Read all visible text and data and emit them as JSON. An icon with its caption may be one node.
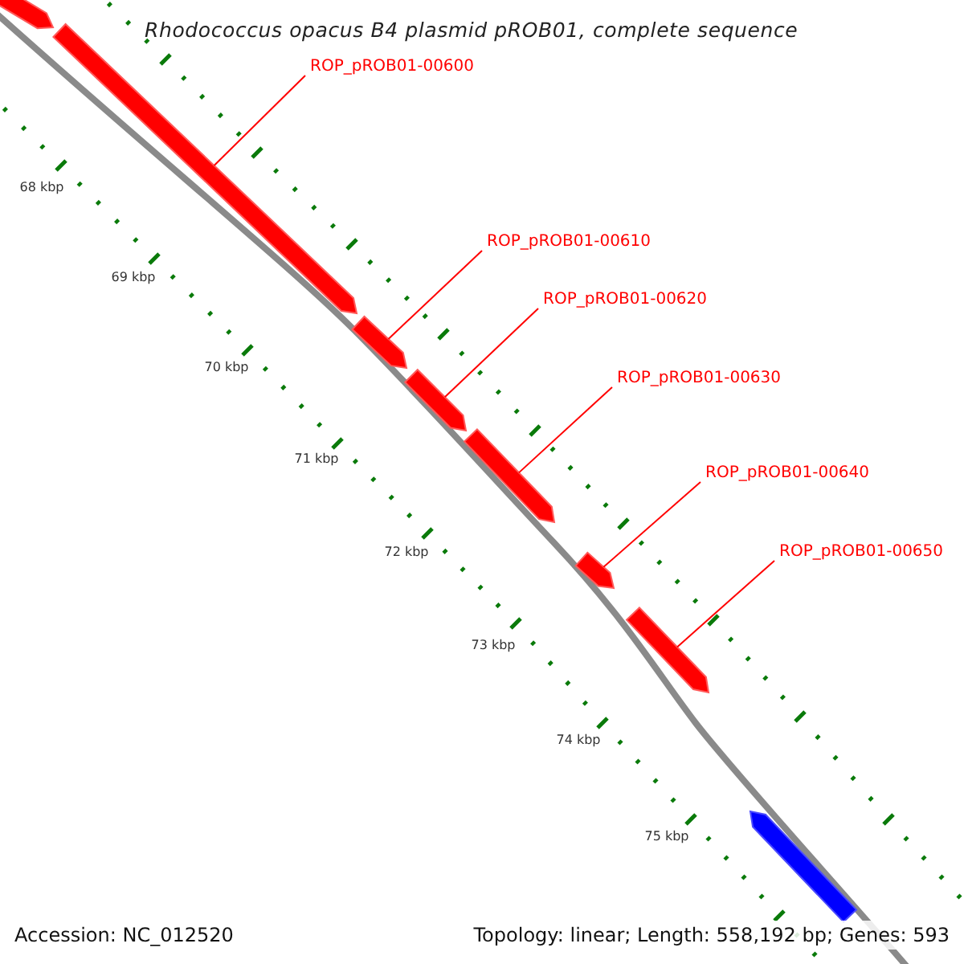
{
  "diagram": {
    "title": "Rhodococcus opacus B4 plasmid pROB01, complete sequence",
    "nodes": [
      {
        "text": [
          "ROP_pROB01-00600"
        ]
      },
      {
        "text": [
          "ROP_pROB01-00610"
        ]
      },
      {
        "text": [
          "ROP_pROB01-00620"
        ]
      },
      {
        "text": [
          "ROP_pROB01-00630"
        ]
      },
      {
        "text": [
          "ROP_pROB01-00640"
        ]
      },
      {
        "text": [
          "ROP_pROB01-00650"
        ]
      },
      {
        "text": [],
        "shape": "bar"
      },
      {
        "text": [],
        "shape": "bar"
      },
      {
        "text": [],
        "shape": "bar"
      },
      {
        "text": [],
        "shape": "bar"
      },
      {
        "text": [],
        "shape": "bar"
      },
      {
        "text": [],
        "shape": "bar"
      },
      {
        "text": [],
        "shape": "bar"
      },
      {
        "text": [],
        "shape": "bar"
      }
    ],
    "edges": [
      {
        "from": 0,
        "to": 7,
        "arrow": "none"
      },
      {
        "from": 1,
        "to": 8,
        "arrow": "none"
      },
      {
        "from": 2,
        "to": 9,
        "arrow": "none"
      },
      {
        "from": 3,
        "to": 10,
        "arrow": "none"
      },
      {
        "from": 4,
        "to": 11,
        "arrow": "none"
      },
      {
        "from": 5,
        "to": 12,
        "arrow": "none"
      }
    ],
    "labels": [
      "68 kbp",
      "69 kbp",
      "70 kbp",
      "71 kbp",
      "72 kbp",
      "73 kbp",
      "74 kbp",
      "75 kbp",
      "Accession: NC_012520",
      "Topology: linear; Length: 558,192 bp; Genes: 593"
    ]
  }
}
